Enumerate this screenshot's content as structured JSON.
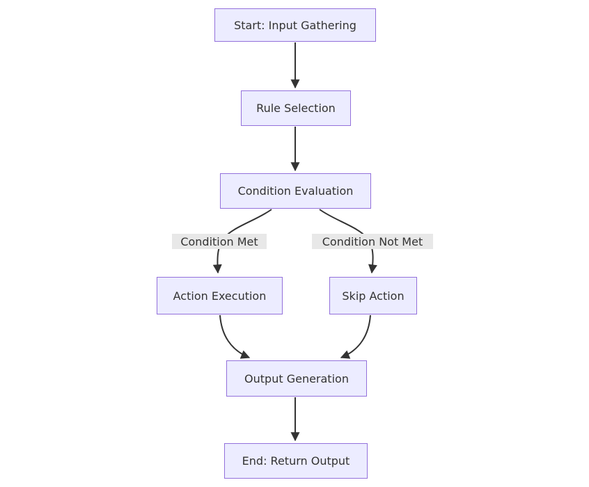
{
  "diagram": {
    "type": "flowchart",
    "direction": "top-down",
    "nodes": [
      {
        "id": "start",
        "label": "Start: Input Gathering"
      },
      {
        "id": "rule_selection",
        "label": "Rule Selection"
      },
      {
        "id": "condition_evaluation",
        "label": "Condition Evaluation"
      },
      {
        "id": "action_execution",
        "label": "Action Execution"
      },
      {
        "id": "skip_action",
        "label": "Skip Action"
      },
      {
        "id": "output_generation",
        "label": "Output Generation"
      },
      {
        "id": "end",
        "label": "End: Return Output"
      }
    ],
    "edges": [
      {
        "from": "start",
        "to": "rule_selection",
        "label": ""
      },
      {
        "from": "rule_selection",
        "to": "condition_evaluation",
        "label": ""
      },
      {
        "from": "condition_evaluation",
        "to": "action_execution",
        "label": "Condition Met"
      },
      {
        "from": "condition_evaluation",
        "to": "skip_action",
        "label": "Condition Not Met"
      },
      {
        "from": "action_execution",
        "to": "output_generation",
        "label": ""
      },
      {
        "from": "skip_action",
        "to": "output_generation",
        "label": ""
      },
      {
        "from": "output_generation",
        "to": "end",
        "label": ""
      }
    ]
  },
  "colors": {
    "node_fill": "#ECECFF",
    "node_border": "#9370DB",
    "edge_stroke": "#333333",
    "edge_label_bg": "#e8e8e8",
    "text": "#333333",
    "background": "#ffffff"
  }
}
